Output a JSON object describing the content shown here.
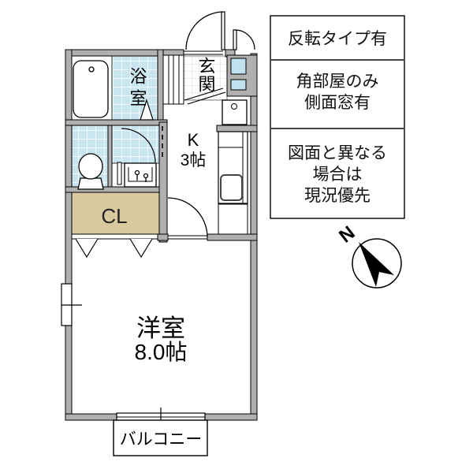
{
  "plan": {
    "rooms": {
      "bathroom": "浴室",
      "entrance": "玄関",
      "kitchen_label": "K",
      "kitchen_size": "3帖",
      "closet": "CL",
      "western_room": "洋室",
      "western_room_size": "8.0帖",
      "balcony": "バルコニー"
    }
  },
  "notes": [
    {
      "lines": [
        "反転タイプ有"
      ]
    },
    {
      "lines": [
        "角部屋のみ",
        "側面窓有"
      ]
    },
    {
      "lines": [
        "図面と異なる",
        "場合は",
        "現況優先"
      ]
    }
  ],
  "compass": {
    "label": "N"
  },
  "colors": {
    "wall_gray": "#b0b0b0",
    "tile_blue": "#c9e6f0",
    "window_blue": "#bfe2ee",
    "closet_tan": "#d9c9a1",
    "entrance_grid": "#d7dbe9"
  }
}
